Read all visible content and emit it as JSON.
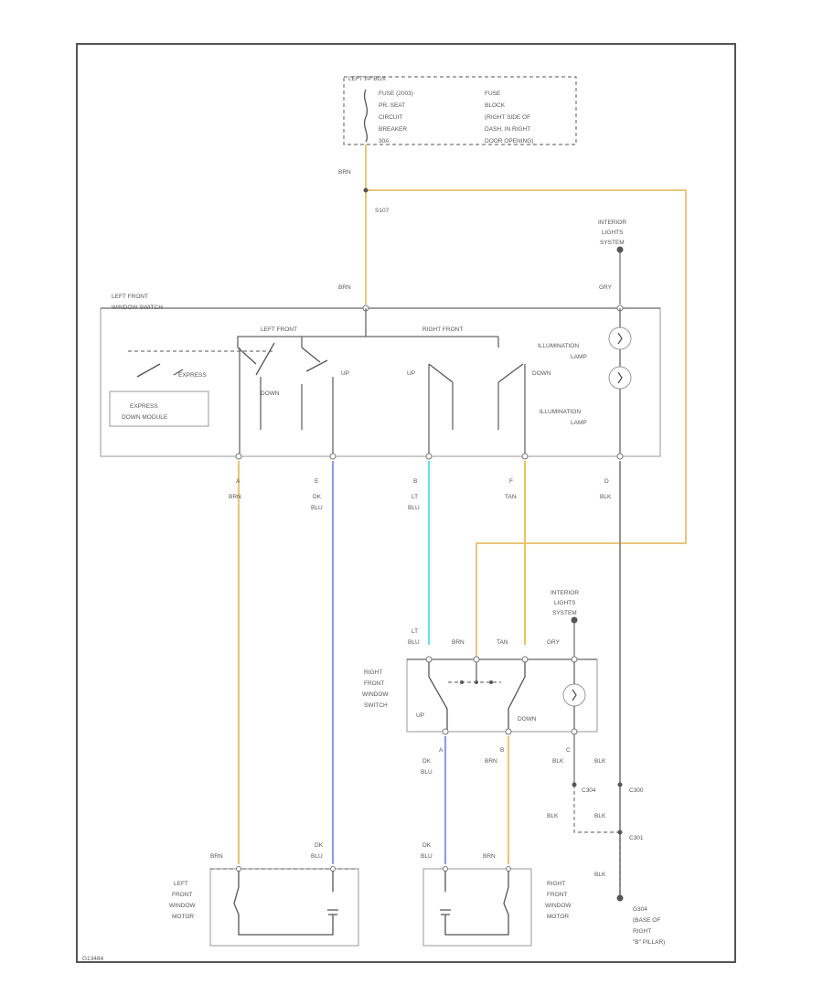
{
  "diagram": {
    "fuse": {
      "header": "LEFT I/P BOX",
      "left_lines": [
        "FUSE (2003)",
        "PR. SEAT",
        "CIRCUIT",
        "BREAKER",
        "30A"
      ],
      "right_lines": [
        "FUSE",
        "BLOCK",
        "(RIGHT SIDE OF",
        "DASH, IN RIGHT",
        "DOOR OPENING)"
      ]
    },
    "splice": "S107",
    "left_switch": {
      "title": "LEFT FRONT WINDOW SWITCH",
      "left_front": "LEFT FRONT",
      "right_front": "RIGHT FRONT",
      "express": "EXPRESS",
      "module": [
        "EXPRESS",
        "DOWN MODULE"
      ],
      "up": "UP",
      "down": "DOWN",
      "lamp": "ILLUMINATION LAMP"
    },
    "interior_lights": [
      "INTERIOR",
      "LIGHTS",
      "SYSTEM"
    ],
    "right_switch": {
      "title": [
        "RIGHT",
        "FRONT",
        "WINDOW",
        "SWITCH"
      ],
      "up": "UP",
      "down": "DOWN"
    },
    "left_motor": [
      "LEFT",
      "FRONT",
      "WINDOW",
      "MOTOR"
    ],
    "right_motor": [
      "RIGHT",
      "FRONT",
      "WINDOW",
      "MOTOR"
    ],
    "wire_labels": {
      "brn": "BRN",
      "gry": "GRY",
      "blk": "BLK",
      "dk": "DK",
      "blu": "BLU",
      "lt": "LT",
      "tan": "TAN"
    },
    "pins": {
      "a": "A",
      "e": "E",
      "b": "B",
      "f": "F",
      "d": "D",
      "c": "C"
    },
    "connectors": {
      "c304": "C304",
      "c300": "C300",
      "c301": "C301"
    },
    "ground": [
      "G304",
      "(BASE OF",
      "RIGHT",
      "\"B\" PILLAR)"
    ],
    "figure_id": "G13484",
    "colors": {
      "brn_wire": "#e8c77a",
      "dk_blu_wire": "#8f9cf2",
      "lt_blu_wire": "#66e0ee",
      "tan_wire": "#f0c35a",
      "blk_wire": "#888888"
    }
  }
}
